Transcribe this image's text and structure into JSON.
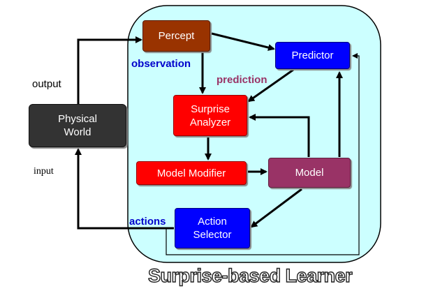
{
  "title": "Surprise-based Learner",
  "nodes": {
    "percept": "Percept",
    "predictor": "Predictor",
    "surprise_analyzer": [
      "Surprise",
      "Analyzer"
    ],
    "model_modifier": "Model Modifier",
    "model": "Model",
    "action_selector": [
      "Action",
      "Selector"
    ],
    "physical_world": [
      "Physical",
      "World"
    ]
  },
  "labels": {
    "observation": "observation",
    "prediction": "prediction",
    "actions": "actions",
    "output": "output",
    "input": "input"
  },
  "colors": {
    "learner_bg": "#ccffff",
    "percept": "#993300",
    "blue_box": "#0000ff",
    "red_box": "#ff0000",
    "model": "#993366",
    "physical_world": "#333333",
    "observation_label": "#0000cc",
    "prediction_label": "#993366",
    "actions_label": "#0000cc"
  }
}
